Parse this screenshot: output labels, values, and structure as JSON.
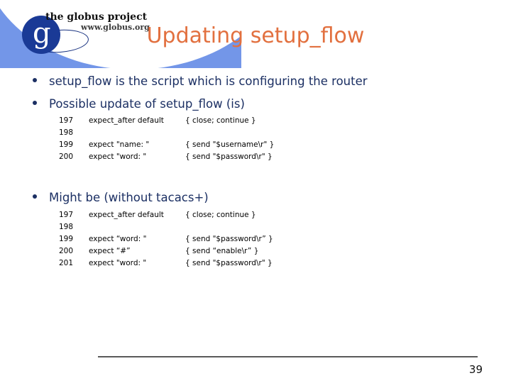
{
  "slide": {
    "title": "Updating setup_flow",
    "page_number": "39",
    "accent_title_color": "#e2703f",
    "body_text_color": "#1b2f63",
    "deco_blue": "#7396e8",
    "logo_blue": "#1a3a96",
    "rule_color": "#5a5a5a"
  },
  "logo": {
    "mark_letter": "g",
    "title": "the globus project",
    "url": "www.globus.org"
  },
  "bullets": [
    {
      "text": "setup_flow is the script which is configuring the router"
    },
    {
      "text": "Possible update of setup_flow (is)"
    },
    {
      "text": "Might be (without tacacs+)"
    }
  ],
  "code_blocks": [
    {
      "name": "possible-update-listing",
      "lines": [
        {
          "num": "197",
          "cmd": "expect_after default",
          "act": "{ close; continue }"
        },
        {
          "num": "198",
          "cmd": "",
          "act": ""
        },
        {
          "num": "199",
          "cmd": "expect \"name: \"",
          "act": "{ send \"$username\\r\" }"
        },
        {
          "num": "200",
          "cmd": "expect \"word: \"",
          "act": "{ send \"$password\\r\" }"
        }
      ]
    },
    {
      "name": "might-be-listing",
      "lines": [
        {
          "num": "197",
          "cmd": "expect_after default",
          "act": "{ close; continue }"
        },
        {
          "num": "198",
          "cmd": "",
          "act": ""
        },
        {
          "num": "199",
          "cmd": "expect “word: \"",
          "act": "{ send \"$password\\r” }"
        },
        {
          "num": "200",
          "cmd": "expect “#”",
          "act": "{ send “enable\\r” }"
        },
        {
          "num": "201",
          "cmd": "expect \"word: \"",
          "act": "{ send \"$password\\r\" }"
        }
      ]
    }
  ]
}
